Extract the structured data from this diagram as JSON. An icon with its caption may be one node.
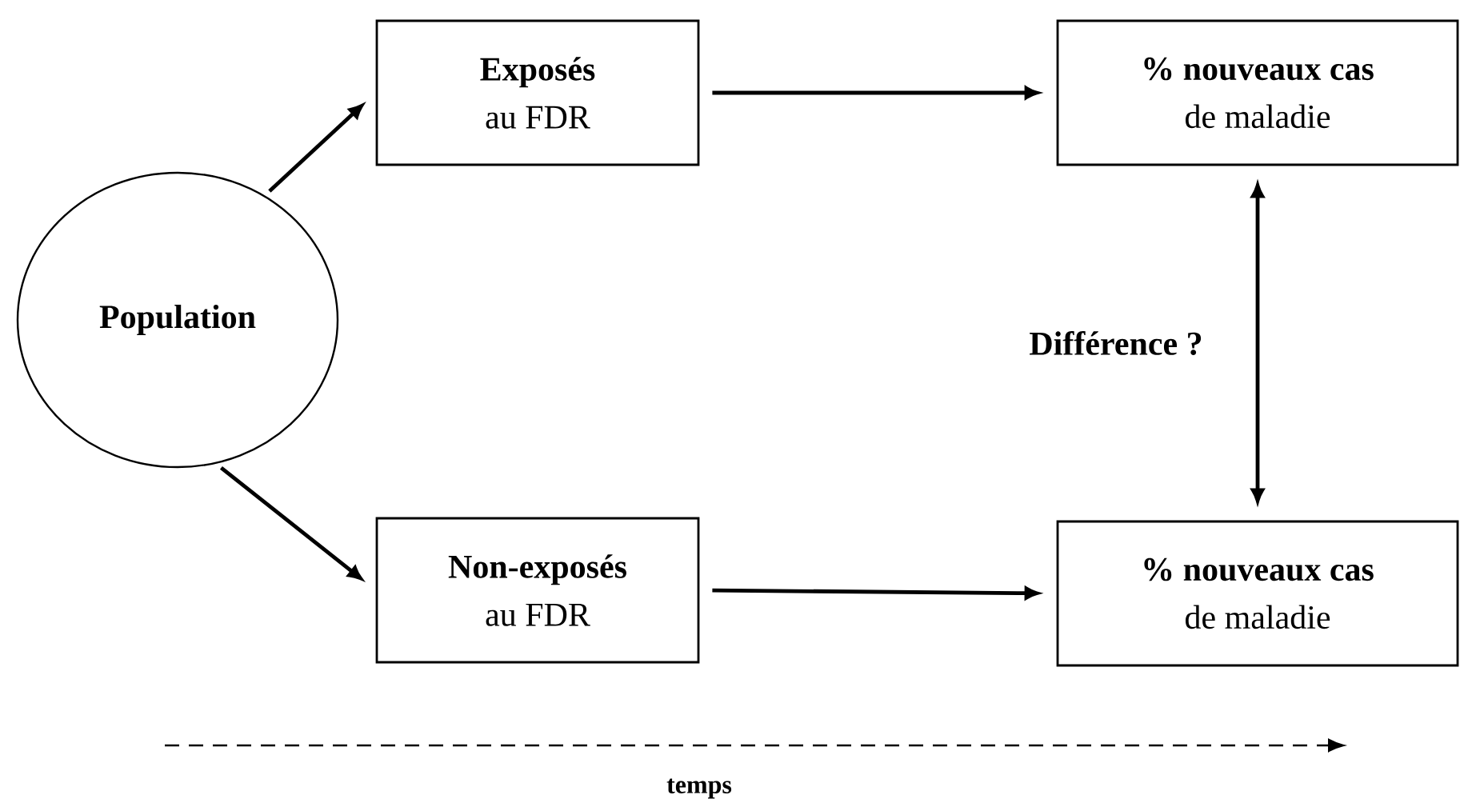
{
  "diagram": {
    "nodes": [
      {
        "text": [
          "Population"
        ]
      },
      {
        "text": [
          "Exposés",
          "au FDR"
        ]
      },
      {
        "text": [
          "% nouveaux cas",
          "de maladie"
        ]
      },
      {
        "text": [
          "Non-exposés",
          "au FDR"
        ]
      },
      {
        "text": [
          "% nouveaux cas",
          "de maladie"
        ]
      }
    ],
    "edges": [
      {
        "from": 0,
        "to": 1,
        "arrow": "to"
      },
      {
        "from": 1,
        "to": 2,
        "arrow": "to"
      },
      {
        "from": 0,
        "to": 3,
        "arrow": "to"
      },
      {
        "from": 3,
        "to": 4,
        "arrow": "to"
      },
      {
        "from": 2,
        "to": 4,
        "arrow": "both",
        "label": "Différence ?"
      }
    ],
    "labels": [
      "temps"
    ]
  }
}
